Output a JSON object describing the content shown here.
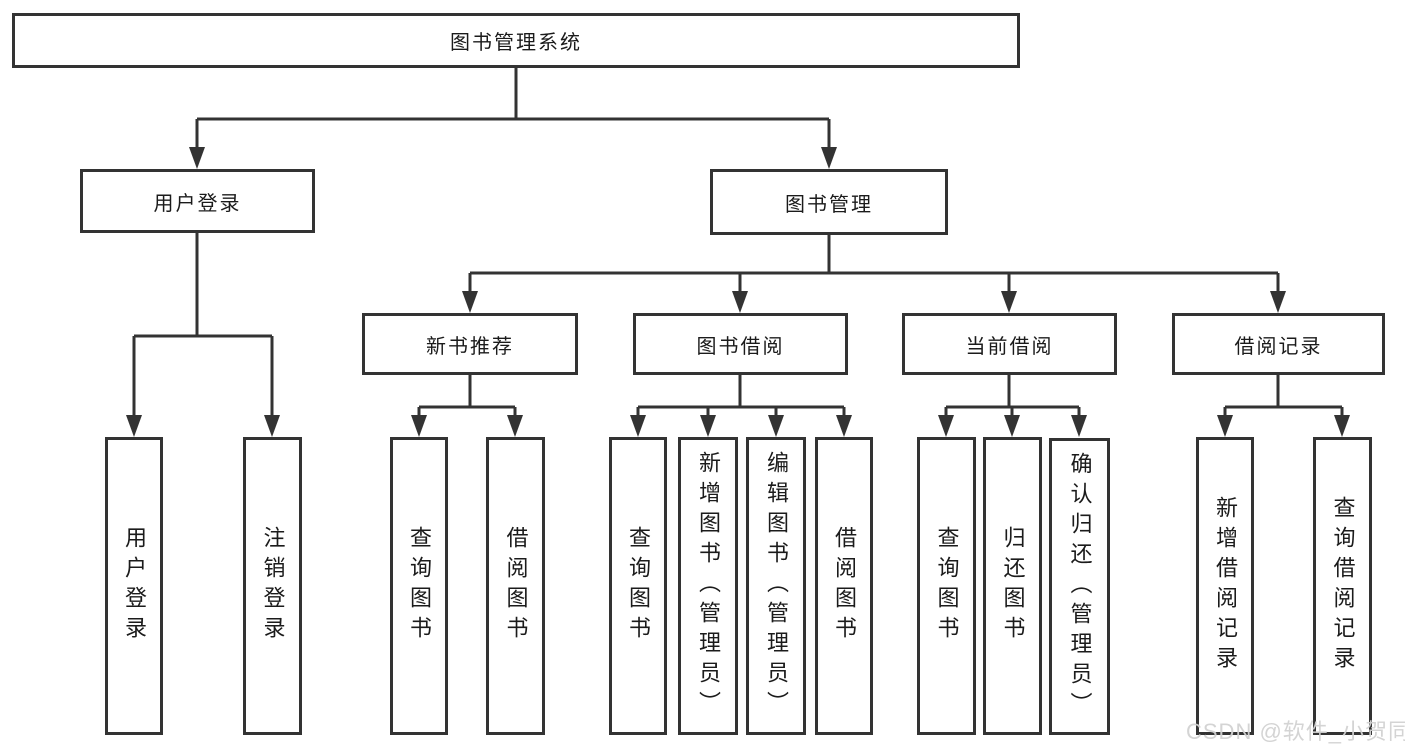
{
  "diagram": {
    "root": {
      "label": "图书管理系统"
    },
    "user_branch": {
      "label": "用户登录",
      "children": [
        {
          "label": "用户登录"
        },
        {
          "label": "注销登录"
        }
      ]
    },
    "book_branch": {
      "label": "图书管理",
      "groups": [
        {
          "label": "新书推荐",
          "children": [
            {
              "label": "查询图书"
            },
            {
              "label": "借阅图书"
            }
          ]
        },
        {
          "label": "图书借阅",
          "children": [
            {
              "label": "查询图书"
            },
            {
              "label": "新增图书（管理员）"
            },
            {
              "label": "编辑图书（管理员）"
            },
            {
              "label": "借阅图书"
            }
          ]
        },
        {
          "label": "当前借阅",
          "children": [
            {
              "label": "查询图书"
            },
            {
              "label": "归还图书"
            },
            {
              "label": "确认归还（管理员）"
            }
          ]
        },
        {
          "label": "借阅记录",
          "children": [
            {
              "label": "新增借阅记录"
            },
            {
              "label": "查询借阅记录"
            }
          ]
        }
      ]
    },
    "watermark": "CSDN @软件_小贺同学",
    "colors": {
      "line": "#333333",
      "text": "#1b1b1b",
      "background": "#ffffff",
      "watermark": "#d2d2d2"
    }
  }
}
